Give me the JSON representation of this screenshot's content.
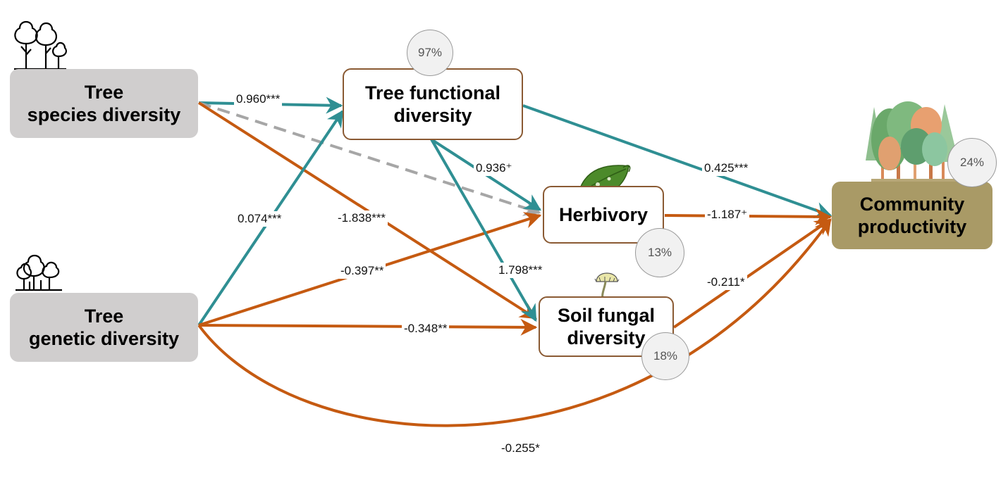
{
  "colors": {
    "positive_path": "#2f8f93",
    "negative_path": "#c55a11",
    "nonsignificant_path": "#a6a6a6",
    "exogenous_box": "#d0cece",
    "mediator_border": "#8a5a33",
    "outcome_box": "#a99a66"
  },
  "nodes": {
    "species": {
      "line1": "Tree",
      "line2": "species diversity"
    },
    "genetic": {
      "line1": "Tree",
      "line2": "genetic diversity"
    },
    "functional": {
      "line1": "Tree functional",
      "line2": "diversity"
    },
    "herbivory": {
      "line1": "Herbivory"
    },
    "fungal": {
      "line1": "Soil fungal",
      "line2": "diversity"
    },
    "productivity": {
      "line1": "Community",
      "line2": "productivity"
    }
  },
  "r2": {
    "functional": "97%",
    "herbivory": "13%",
    "fungal": "18%",
    "productivity": "24%"
  },
  "paths": [
    {
      "from": "Tree species diversity",
      "to": "Tree functional diversity",
      "label": "0.960***",
      "sign": "positive"
    },
    {
      "from": "Tree species diversity",
      "to": "Herbivory",
      "label": "",
      "sign": "non-significant"
    },
    {
      "from": "Tree species diversity",
      "to": "Soil fungal diversity",
      "label": "-1.838***",
      "sign": "negative"
    },
    {
      "from": "Tree genetic diversity",
      "to": "Tree functional diversity",
      "label": "0.074***",
      "sign": "positive"
    },
    {
      "from": "Tree genetic diversity",
      "to": "Herbivory",
      "label": "-0.397**",
      "sign": "negative"
    },
    {
      "from": "Tree genetic diversity",
      "to": "Soil fungal diversity",
      "label": "-0.348**",
      "sign": "negative"
    },
    {
      "from": "Tree genetic diversity",
      "to": "Community productivity",
      "label": "-0.255*",
      "sign": "negative"
    },
    {
      "from": "Tree functional diversity",
      "to": "Herbivory",
      "label": "0.936⁺",
      "sign": "positive"
    },
    {
      "from": "Tree functional diversity",
      "to": "Soil fungal diversity",
      "label": "1.798***",
      "sign": "positive"
    },
    {
      "from": "Tree functional diversity",
      "to": "Community productivity",
      "label": "0.425***",
      "sign": "positive"
    },
    {
      "from": "Herbivory",
      "to": "Community productivity",
      "label": "-1.187⁺",
      "sign": "negative"
    },
    {
      "from": "Soil fungal diversity",
      "to": "Community productivity",
      "label": "-0.211*",
      "sign": "negative"
    }
  ],
  "icons": {
    "species": "trees-outline-icon",
    "genetic": "tree-cluster-outline-icon",
    "herbivory": "leaf-icon",
    "fungal": "mushroom-icon",
    "productivity": "forest-icon"
  }
}
